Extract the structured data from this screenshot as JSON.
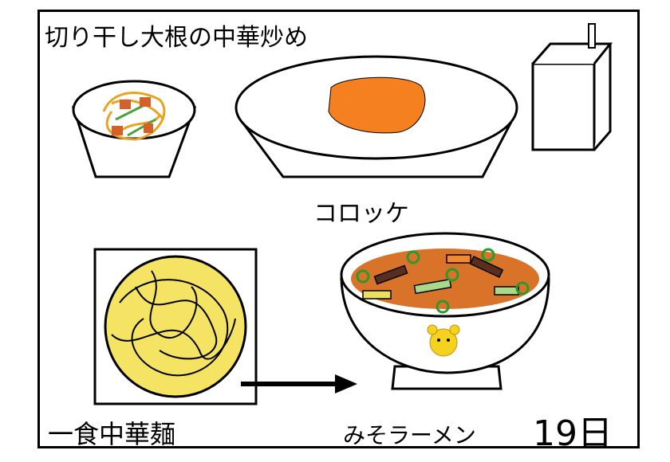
{
  "dishes": {
    "side": "切り干し大根の中華炒め",
    "main": "コロッケ",
    "noodles": "一食中華麺",
    "soup": "みそラーメン"
  },
  "date": "19日",
  "colors": {
    "croquette": "#f4801f",
    "noodle": "#f5e463",
    "soup": "#d9732a",
    "bear": "#f5d21e"
  }
}
